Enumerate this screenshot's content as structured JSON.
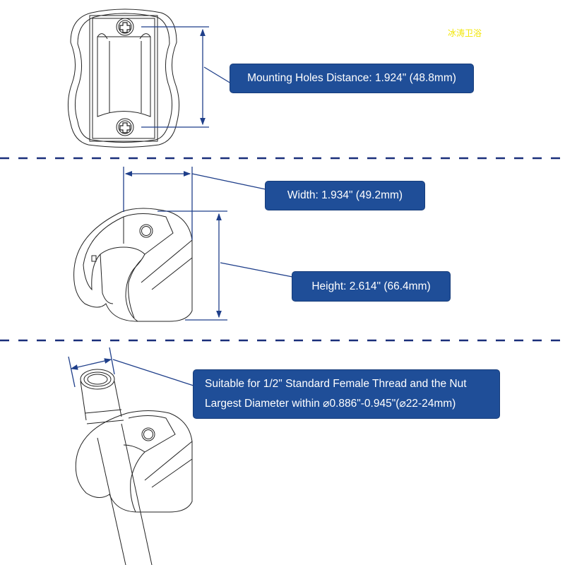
{
  "watermark": "冰涛卫浴",
  "colors": {
    "callout_bg": "#1f4e98",
    "dimension_line": "#1f3f8a",
    "divider": "#1a2f7a",
    "drawing_line": "#222222",
    "watermark": "#f2e600"
  },
  "sections": [
    {
      "name": "top-view",
      "view": "front view of wall mount holder",
      "callouts": [
        {
          "text": "Mounting Holes Distance: 1.924\" (48.8mm)"
        }
      ]
    },
    {
      "name": "side-view",
      "view": "angled view of holder",
      "callouts": [
        {
          "text": "Width: 1.934\" (49.2mm)"
        },
        {
          "text": "Height: 2.614\" (66.4mm)"
        }
      ]
    },
    {
      "name": "hose-view",
      "view": "holder with shower hose nut",
      "callouts": [
        {
          "lines": [
            "Suitable for 1/2\" Standard Female Thread and the Nut",
            "Largest Diameter within ⌀0.886\"-0.945\"(⌀22-24mm)"
          ]
        }
      ]
    }
  ]
}
